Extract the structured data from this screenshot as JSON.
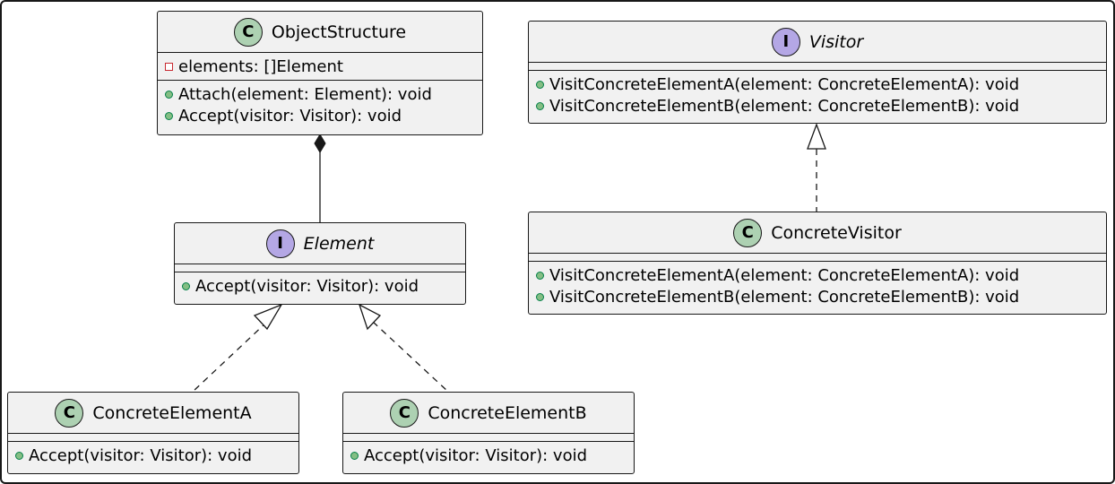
{
  "classes": {
    "object_structure": {
      "name": "ObjectStructure",
      "stereotype": "C",
      "fields": [
        "elements: []Element"
      ],
      "methods": [
        "Attach(element: Element): void",
        "Accept(visitor: Visitor): void"
      ]
    },
    "visitor": {
      "name": "Visitor",
      "stereotype": "I",
      "methods": [
        "VisitConcreteElementA(element: ConcreteElementA): void",
        "VisitConcreteElementB(element: ConcreteElementB): void"
      ]
    },
    "element": {
      "name": "Element",
      "stereotype": "I",
      "methods": [
        "Accept(visitor: Visitor): void"
      ]
    },
    "concrete_visitor": {
      "name": "ConcreteVisitor",
      "stereotype": "C",
      "methods": [
        "VisitConcreteElementA(element: ConcreteElementA): void",
        "VisitConcreteElementB(element: ConcreteElementB): void"
      ]
    },
    "concrete_element_a": {
      "name": "ConcreteElementA",
      "stereotype": "C",
      "methods": [
        "Accept(visitor: Visitor): void"
      ]
    },
    "concrete_element_b": {
      "name": "ConcreteElementB",
      "stereotype": "C",
      "methods": [
        "Accept(visitor: Visitor): void"
      ]
    }
  },
  "relations": [
    {
      "type": "composition",
      "from": "ObjectStructure",
      "to": "Element"
    },
    {
      "type": "realization",
      "from": "ConcreteVisitor",
      "to": "Visitor"
    },
    {
      "type": "realization",
      "from": "ConcreteElementA",
      "to": "Element"
    },
    {
      "type": "realization",
      "from": "ConcreteElementB",
      "to": "Element"
    }
  ],
  "colors": {
    "class_badge": "#add1b2",
    "interface_badge": "#b4a7e5",
    "box_fill": "#f1f1f1",
    "public_dot": "#84be84",
    "private_marker": "#c82930"
  }
}
